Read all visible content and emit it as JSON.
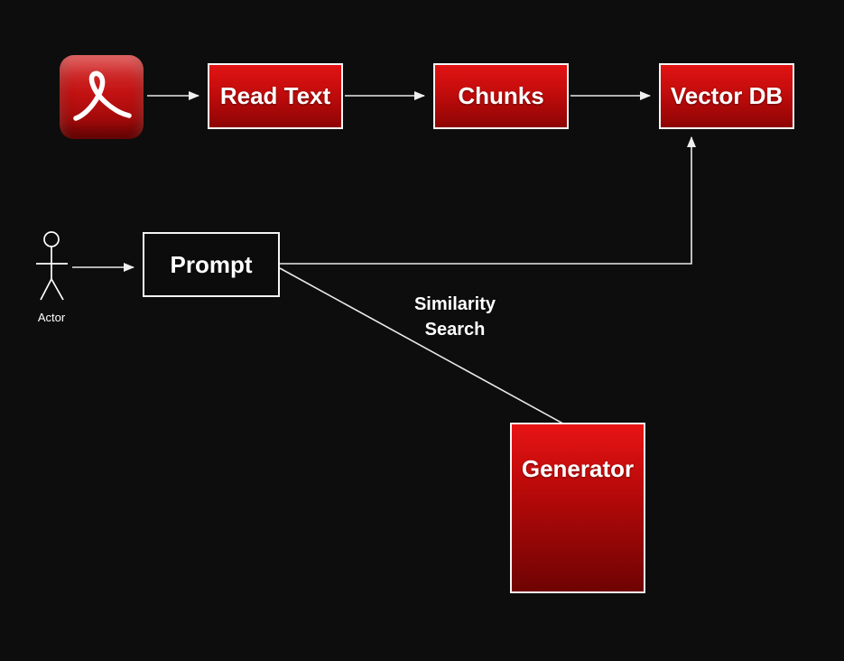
{
  "colors": {
    "background": "#0d0d0d",
    "node_red_top": "#e21313",
    "node_red_bottom": "#8e0404",
    "node_border": "#f5f5f5",
    "text": "#ffffff",
    "line": "#e9e9e9"
  },
  "icons": {
    "pdf_source": "adobe-acrobat-pdf-icon"
  },
  "nodes": {
    "read_text": {
      "label": "Read Text"
    },
    "chunks": {
      "label": "Chunks"
    },
    "vector_db": {
      "label": "Vector DB"
    },
    "prompt": {
      "label": "Prompt"
    },
    "generator": {
      "label": "Generator"
    },
    "actor": {
      "label": "Actor"
    }
  },
  "edge_labels": {
    "similarity_search": {
      "line1": "Similarity",
      "line2": "Search"
    }
  }
}
